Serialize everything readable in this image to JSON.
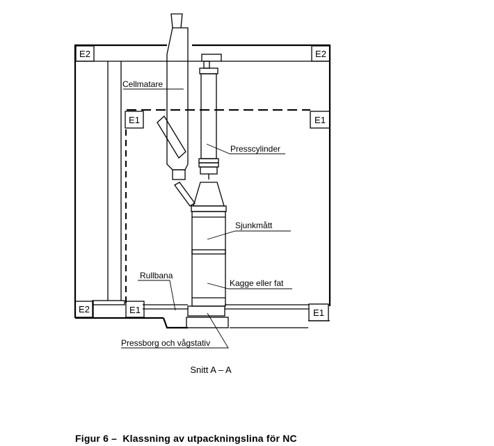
{
  "zones": {
    "e2_top_left": "E2",
    "e2_top_right": "E2",
    "e1_mid_left": "E1",
    "e1_mid_right": "E1",
    "e2_bottom_left": "E2",
    "e1_bottom_left": "E1",
    "e1_bottom_right": "E1"
  },
  "labels": {
    "cellmatare": "Cellmatare",
    "presscylinder": "Presscylinder",
    "sjunkmatt": "Sjunkmått",
    "rullbana": "Rullbana",
    "kagge": "Kagge eller fat",
    "pressborg": "Pressborg och vågstativ"
  },
  "section_label": "Snitt A – A",
  "caption": "Figur 6 –  Klassning av utpackningslina för NC"
}
